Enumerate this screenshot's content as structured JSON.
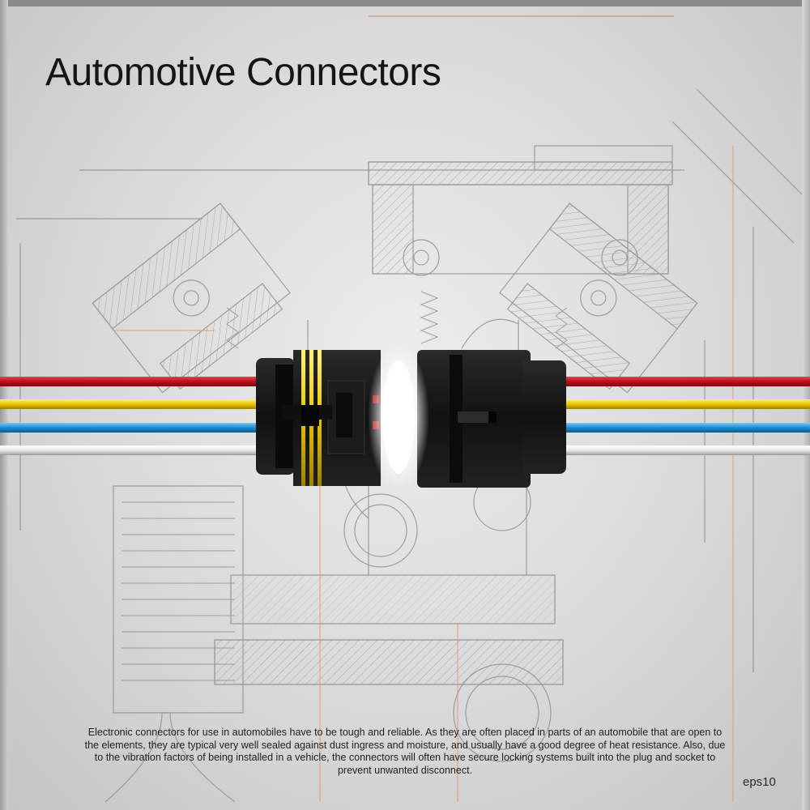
{
  "title": "Automotive Connectors",
  "description": "Electronic connectors for use in automobiles have to be tough and reliable. As they are often placed in parts of an automobile that are open to the elements, they are typical very well sealed against dust ingress and moisture, and usually have a good degree of heat resistance. Also, due to the vibration factors of being installed in a vehicle, the connectors will often have secure locking systems built into the plug and socket to prevent unwanted disconnect.",
  "format_label": "eps10",
  "colors": {
    "wire_red": "#b5121b",
    "wire_yellow": "#e8c400",
    "wire_blue": "#1a8ccf",
    "wire_white": "#f4f4f4",
    "connector_body": "#141414",
    "blueprint_line": "#8c8c8c",
    "dimension_line": "#d89a6a",
    "glow": "#ffffff"
  },
  "wires": [
    {
      "name": "red",
      "color": "#b5121b"
    },
    {
      "name": "yellow",
      "color": "#e8c400"
    },
    {
      "name": "blue",
      "color": "#1a8ccf"
    },
    {
      "name": "white",
      "color": "#f4f4f4"
    }
  ]
}
